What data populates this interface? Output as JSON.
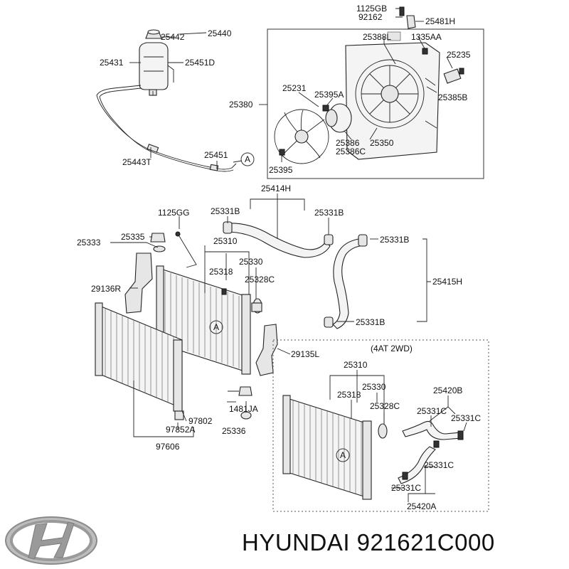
{
  "labels": {
    "l1125gb": "1125GB",
    "l92162": "92162",
    "l25481h": "25481H",
    "l25442": "25442",
    "l25440": "25440",
    "l25431": "25431",
    "l25451d": "25451D",
    "l25388l": "25388L",
    "l1335aa": "1335AA",
    "l25235": "25235",
    "l25231": "25231",
    "l25395a": "25395A",
    "l25380": "25380",
    "l25385b": "25385B",
    "l25386": "25386",
    "l25386c": "25386C",
    "l25350": "25350",
    "l25395": "25395",
    "l25443t": "25443T",
    "l25451": "25451",
    "lA1": "A",
    "l25414h": "25414H",
    "l1125gg": "1125GG",
    "l25331b_1": "25331B",
    "l25331b_2": "25331B",
    "l25335": "25335",
    "l25333": "25333",
    "l25331b_3": "25331B",
    "l25310": "25310",
    "l25330": "25330",
    "l25318": "25318",
    "l25328c": "25328C",
    "l29136r": "29136R",
    "l25415h": "25415H",
    "l25331b_4": "25331B",
    "lA2": "A",
    "l29135l": "29135L",
    "l4at": "(4AT 2WD)",
    "l25310b": "25310",
    "l25318b": "25318",
    "l25330b": "25330",
    "l25328cb": "25328C",
    "l25420b": "25420B",
    "l25331c_1": "25331C",
    "l25331c_2": "25331C",
    "l1481ja": "1481JA",
    "l97802": "97802",
    "l97852a": "97852A",
    "l25336": "25336",
    "l97606": "97606",
    "l25331c_3": "25331C",
    "lA3": "A",
    "l25331c_4": "25331C",
    "l25420a": "25420A"
  },
  "brand": {
    "caption": "HYUNDAI 921621C000",
    "logo_name": "hyundai-logo",
    "logo_color": "#9a9a9a"
  }
}
